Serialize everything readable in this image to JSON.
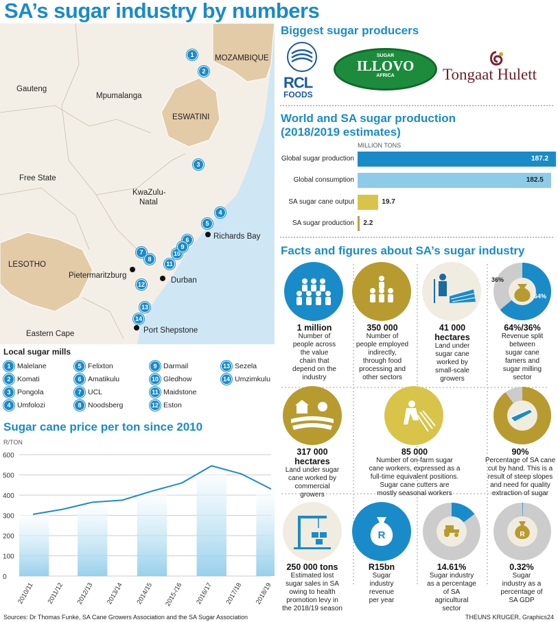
{
  "title": "SA’s sugar industry by numbers",
  "map": {
    "regions": [
      "Gauteng",
      "Mpumalanga",
      "MOZAMBIQUE",
      "ESWATINI",
      "Free State",
      "KwaZulu-",
      "Natal",
      "LESOTHO",
      "Eastern Cape"
    ],
    "cities": [
      "Richards Bay",
      "Pietermaritzburg",
      "Durban",
      "Port Shepstone"
    ],
    "markers": [
      "1",
      "2",
      "3",
      "4",
      "5",
      "6",
      "7",
      "8",
      "10",
      "11",
      "12",
      "13",
      "14",
      "9"
    ]
  },
  "mills": {
    "heading": "Local sugar mills",
    "items": [
      {
        "n": "1",
        "name": "Malelane"
      },
      {
        "n": "2",
        "name": "Komati"
      },
      {
        "n": "3",
        "name": "Pongola"
      },
      {
        "n": "4",
        "name": "Umfolozi"
      },
      {
        "n": "5",
        "name": "Felixton"
      },
      {
        "n": "6",
        "name": "Amatikulu"
      },
      {
        "n": "7",
        "name": "UCL"
      },
      {
        "n": "8",
        "name": "Noodsberg"
      },
      {
        "n": "9",
        "name": "Darmail"
      },
      {
        "n": "10",
        "name": "Gledhow"
      },
      {
        "n": "11",
        "name": "Maidstone"
      },
      {
        "n": "12",
        "name": "Eston"
      },
      {
        "n": "13",
        "name": "Sezela"
      },
      {
        "n": "14",
        "name": "Umzimkulu"
      }
    ]
  },
  "producers": {
    "heading": "Biggest sugar producers",
    "rcl_top": "RCL",
    "rcl_bottom": "FOODS",
    "illovo_top": "SUGAR",
    "illovo_main": "ILLOVO",
    "illovo_bottom": "AFRICA",
    "tongaat": "Tongaat Hulett"
  },
  "production": {
    "heading1": "World and SA sugar production",
    "heading2": "(2018/2019 estimates)",
    "unit": "MILLION TONS",
    "max": 187.2,
    "bars": [
      {
        "label": "Global sugar production",
        "value": 187.2,
        "value_label": "187.2",
        "color": "#1a8bc9"
      },
      {
        "label": "Global consumption",
        "value": 182.5,
        "value_label": "182.5",
        "color": "#8ccbea"
      },
      {
        "label": "SA sugar cane output",
        "value": 19.7,
        "value_label": "19.7",
        "color": "#d9c44a"
      },
      {
        "label": "SA sugar production",
        "value": 2.2,
        "value_label": "2.2",
        "color": "#b5a24a"
      }
    ]
  },
  "facts": {
    "heading": "Facts and figures about SA’s sugar industry",
    "items": [
      {
        "num": "1 million",
        "desc": [
          "Number of",
          "people across",
          "the value",
          "chain that",
          "depend on the",
          "industry"
        ]
      },
      {
        "num": "350 000",
        "desc": [
          "Number of",
          "people employed",
          "indirectly,",
          "through food",
          "processing and",
          "other sectors"
        ]
      },
      {
        "num": "41 000",
        "num2": "hectares",
        "desc": [
          "Land under",
          "sugar cane",
          "worked by",
          "small-scale",
          "growers"
        ]
      },
      {
        "num": "64%/36%",
        "desc": [
          "Revenue split",
          "between",
          "sugar cane",
          "famers and",
          "sugar milling",
          "sector"
        ],
        "pct_a": "36%",
        "pct_b": "64%",
        "share": 0.64
      },
      {
        "num": "317 000",
        "num2": "hectares",
        "desc": [
          "Land under sugar",
          "cane worked by",
          "commercial",
          "growers"
        ]
      },
      {
        "num": "85 000",
        "desc": [
          "Number of on-farm sugar",
          "cane workers, expressed as a",
          "full-time equivalent positions.",
          "Sugar cane cutters are",
          "mostly seasonal workers"
        ]
      },
      {
        "num": "90%",
        "desc": [
          "Percentage of SA cane",
          "cut by hand. This is a",
          "result of steep slopes",
          "and need for quality",
          "extraction of sugar"
        ],
        "share": 0.9
      },
      {
        "num": "250 000 tons",
        "desc": [
          "Estimated lost",
          "sugar sales in SA",
          "owing to health",
          "promotion levy in",
          "the 2018/19 season"
        ]
      },
      {
        "num": "R15bn",
        "desc": [
          "Sugar",
          "industry",
          "revenue",
          "per year"
        ],
        "icon_letter": "R"
      },
      {
        "num": "14.61%",
        "desc": [
          "Sugar industry",
          "as a percentage",
          "of SA",
          "agricultural",
          "sector"
        ],
        "share": 0.1461
      },
      {
        "num": "0.32%",
        "desc": [
          "Sugar",
          "industry as a",
          "percentage of",
          "SA GDP"
        ],
        "share": 0.0032,
        "icon_letter": "R"
      }
    ]
  },
  "price_chart_title": "Sugar cane price per ton since 2010",
  "chart_data": {
    "type": "area",
    "title": "Sugar cane price per ton since 2010",
    "ylabel": "R/TON",
    "ylim": [
      0,
      600
    ],
    "yticks": [
      "0",
      "100",
      "200",
      "300",
      "400",
      "500",
      "600"
    ],
    "categories": [
      "2010/11",
      "2011/12",
      "2012/13",
      "2013/14",
      "2014/15",
      "2015-/16",
      "2016/17",
      "2017/18",
      "2018/19"
    ],
    "values": [
      305,
      330,
      365,
      375,
      420,
      460,
      545,
      505,
      430
    ]
  },
  "footer": {
    "sources": "Sources: Dr Thomas Funke, SA Cane Growers Association and the SA Sugar Association",
    "credit": "THEUNS KRUGER, Graphics24"
  },
  "colors": {
    "blue": "#1a8bc9",
    "light_blue": "#8ccbea",
    "gold": "#b79b2f",
    "tan": "#e3cba8",
    "grey": "#cccccc"
  }
}
